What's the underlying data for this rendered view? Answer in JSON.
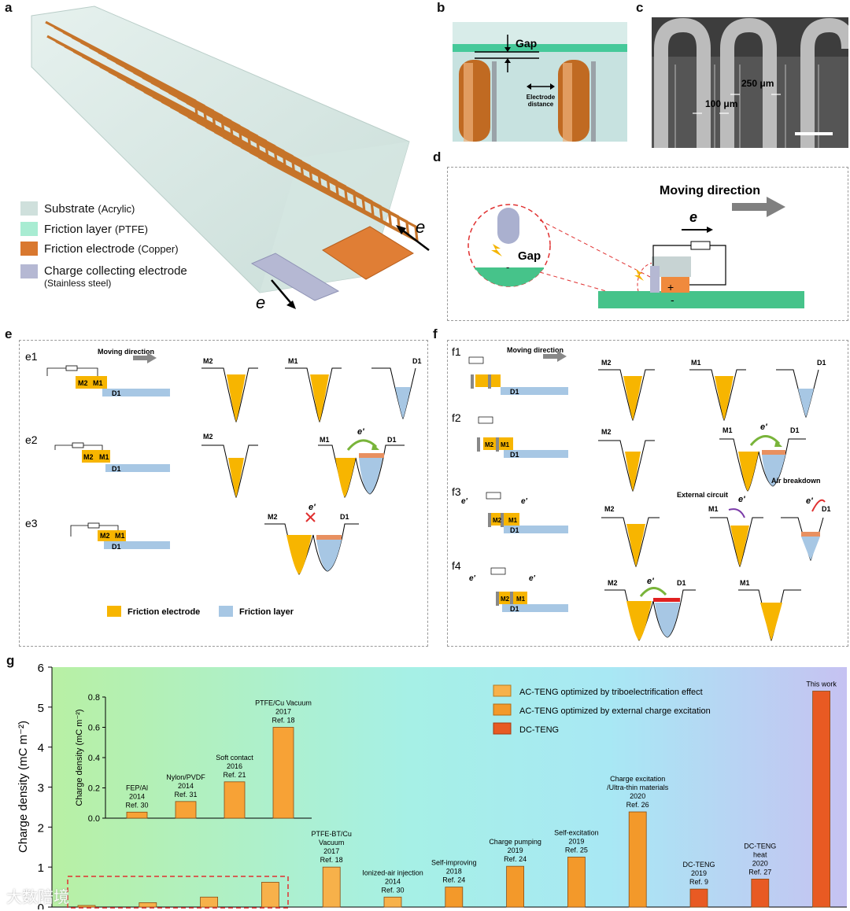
{
  "panels": {
    "a": "a",
    "b": "b",
    "c": "c",
    "d": "d",
    "e": "e",
    "f": "f",
    "g": "g"
  },
  "a": {
    "legend": [
      {
        "label": "Substrate",
        "sub": "(Acrylic)",
        "color": "#cfe0dc"
      },
      {
        "label": "Friction layer",
        "sub": "(PTFE)",
        "color": "#a8ecd2"
      },
      {
        "label": "Friction electrode",
        "sub": "(Copper)",
        "color": "#d9782f"
      },
      {
        "label": "Charge collecting electrode",
        "sub": "(Stainless steel)",
        "color": "#b5b8d3"
      }
    ],
    "e1": "e",
    "e2": "e"
  },
  "b": {
    "gap": "Gap",
    "electrode_distance_1": "Electrode",
    "electrode_distance_2": "distance"
  },
  "c": {
    "dim1": "250 μm",
    "dim2": "100 μm"
  },
  "d": {
    "moving_direction": "Moving direction",
    "e": "e",
    "gap": "Gap",
    "minus": "-",
    "plus": "+"
  },
  "e": {
    "moving_direction": "Moving direction",
    "rows": [
      {
        "id": "e1",
        "labels": [
          "M2",
          "M1",
          "D1"
        ]
      },
      {
        "id": "e2",
        "labels": [
          "M2",
          "M1",
          "D1"
        ],
        "eprime": "e'"
      },
      {
        "id": "e3",
        "labels": [
          "M2",
          "D1"
        ],
        "eprime": "e'"
      }
    ],
    "electrode_labels": {
      "m2": "M2",
      "m1": "M1",
      "d1": "D1"
    },
    "legend_electrode": "Friction electrode",
    "legend_layer": "Friction layer",
    "colors": {
      "electrode": "#f7b500",
      "layer": "#a7c7e4"
    }
  },
  "f": {
    "moving_direction": "Moving direction",
    "rows": [
      {
        "id": "f1"
      },
      {
        "id": "f2"
      },
      {
        "id": "f3"
      },
      {
        "id": "f4"
      }
    ],
    "external_circuit": "External circuit",
    "air_breakdown": "Air breakdown",
    "eprime": "e'",
    "labels": {
      "m2": "M2",
      "m1": "M1",
      "d1": "D1"
    }
  },
  "chart_data": {
    "type": "bar",
    "ylabel": "Charge density (mC m⁻²)",
    "ylim": [
      0,
      6
    ],
    "yticks": [
      "0",
      "1",
      "2",
      "3",
      "4",
      "5",
      "6"
    ],
    "legend": [
      {
        "label": "AC-TENG optimized by triboelectrification effect",
        "color": "#f7b14a"
      },
      {
        "label": "AC-TENG optimized by external charge excitation",
        "color": "#f3992a"
      },
      {
        "label": "DC-TENG",
        "color": "#e85a23"
      }
    ],
    "bars": [
      {
        "value": 0.04,
        "group": 0,
        "lines": []
      },
      {
        "value": 0.11,
        "group": 0,
        "lines": []
      },
      {
        "value": 0.25,
        "group": 0,
        "lines": []
      },
      {
        "value": 0.62,
        "group": 0,
        "lines": []
      },
      {
        "value": 1.0,
        "group": 0,
        "lines": [
          "PTFE-BT/Cu",
          "Vacuum",
          "2017",
          "Ref. 18"
        ]
      },
      {
        "value": 0.25,
        "group": 0,
        "lines": [
          "Ionized-air injection",
          "2014",
          "Ref. 30"
        ]
      },
      {
        "value": 0.5,
        "group": 1,
        "lines": [
          "Self-improving",
          "2018",
          "Ref. 24"
        ]
      },
      {
        "value": 1.02,
        "group": 1,
        "lines": [
          "Charge pumping",
          "2019",
          "Ref. 24"
        ]
      },
      {
        "value": 1.25,
        "group": 1,
        "lines": [
          "Self-excitation",
          "2019",
          "Ref. 25"
        ]
      },
      {
        "value": 2.38,
        "group": 1,
        "lines": [
          "Charge excitation",
          "/Ultra-thin materials",
          "2020",
          "Ref. 26"
        ]
      },
      {
        "value": 0.45,
        "group": 2,
        "lines": [
          "DC-TENG",
          "2019",
          "Ref. 9"
        ]
      },
      {
        "value": 0.7,
        "group": 2,
        "lines": [
          "DC-TENG",
          "heat",
          "2020",
          "Ref. 27"
        ]
      },
      {
        "value": 5.4,
        "group": 2,
        "lines": [
          "This work"
        ]
      }
    ],
    "inset": {
      "ylabel": "Charge density (mC m⁻²)",
      "ylim": [
        0,
        0.8
      ],
      "yticks": [
        "0.0",
        "0.2",
        "0.4",
        "0.6",
        "0.8"
      ],
      "bars": [
        {
          "value": 0.04,
          "lines": [
            "FEP/Al",
            "2014",
            "Ref. 30"
          ]
        },
        {
          "value": 0.11,
          "lines": [
            "Nylon/PVDF",
            "2014",
            "Ref. 31"
          ]
        },
        {
          "value": 0.24,
          "lines": [
            "Soft contact",
            "2016",
            "Ref. 21"
          ]
        },
        {
          "value": 0.6,
          "lines": [
            "PTFE/Cu Vacuum",
            "2017",
            "Ref. 18"
          ]
        }
      ]
    }
  },
  "watermark": "大数陪境"
}
